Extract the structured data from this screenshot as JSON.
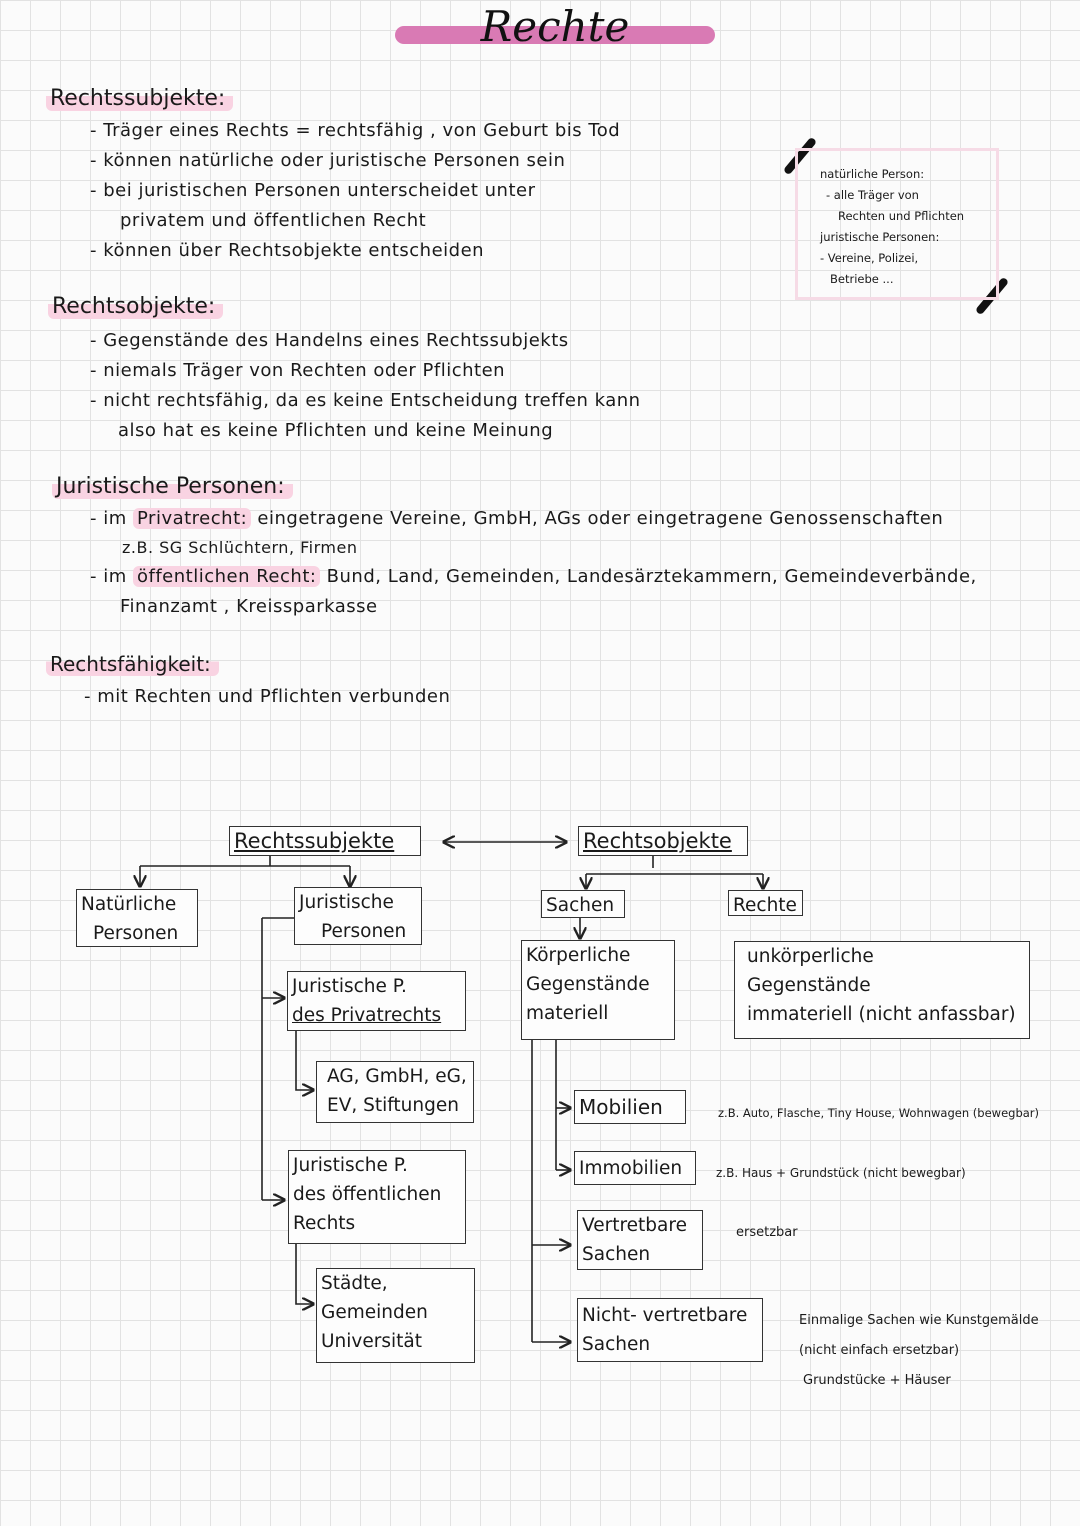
{
  "title": "Rechte",
  "sections": {
    "subjekte": {
      "heading": "Rechtssubjekte:",
      "lines": [
        "- Träger eines Rechts = rechtsfähig , von Geburt bis Tod",
        "- können natürliche oder juristische Personen sein",
        "- bei juristischen Personen unterscheidet unter",
        "privatem und öffentlichen Recht",
        "- können über Rechtsobjekte entscheiden"
      ]
    },
    "objekte": {
      "heading": "Rechtsobjekte:",
      "lines": [
        "- Gegenstände des Handelns eines Rechtssubjekts",
        "- niemals Träger von Rechten oder Pflichten",
        "- nicht rechtsfähig, da es keine Entscheidung treffen kann",
        "also hat es keine Pflichten und keine Meinung"
      ]
    },
    "juristisch": {
      "heading": "Juristische Personen:",
      "privat_prefix": "- im",
      "privat_label": "Privatrecht:",
      "privat_text": "eingetragene Vereine, GmbH, AGs oder eingetragene Genossenschaften",
      "privat_example": "z.B. SG Schlüchtern, Firmen",
      "oeff_prefix": "- im",
      "oeff_label": "öffentlichen Recht:",
      "oeff_text": "Bund, Land, Gemeinden, Landesärztekammern, Gemeindeverbände,",
      "oeff_text2": "Finanzamt , Kreissparkasse"
    },
    "faehigkeit": {
      "heading": "Rechtsfähigkeit:",
      "lines": [
        "- mit Rechten und Pflichten verbunden"
      ]
    }
  },
  "sticky_note": {
    "lines": [
      "natürliche Person:",
      "- alle Träger von",
      "Rechten und Pflichten",
      "juristische Personen:",
      "- Vereine, Polizei,",
      "Betriebe ..."
    ]
  },
  "diagram": {
    "rechtssubjekte": "Rechtssubjekte",
    "rechtsobjekte": "Rechtsobjekte",
    "natuerliche": [
      "Natürliche",
      "Personen"
    ],
    "juristische": [
      "Juristische",
      "Personen"
    ],
    "jp_privat": [
      "Juristische P.",
      "des Privatrechts"
    ],
    "jp_privat_examples": [
      "AG, GmbH, eG,",
      "EV, Stiftungen"
    ],
    "jp_oeff": [
      "Juristische P.",
      "des öffentlichen",
      "Rechts"
    ],
    "jp_oeff_examples": [
      "Städte,",
      "Gemeinden",
      "Universität"
    ],
    "sachen": "Sachen",
    "rechte": "Rechte",
    "koerperlich": [
      "Körperliche",
      "Gegenstände",
      "materiell"
    ],
    "unkoerperlich": [
      "unkörperliche",
      "Gegenstände",
      "immateriell (nicht anfassbar)"
    ],
    "mobilien": "Mobilien",
    "mobilien_note": "z.B. Auto, Flasche, Tiny House, Wohnwagen (bewegbar)",
    "immobilien": "Immobilien",
    "immobilien_note": "z.B. Haus + Grundstück (nicht bewegbar)",
    "vertretbar": [
      "Vertretbare",
      "Sachen"
    ],
    "vertretbar_note": "ersetzbar",
    "nicht_vertretbar": [
      "Nicht- vertretbare",
      "Sachen"
    ],
    "nicht_vertretbar_note": [
      "Einmalige Sachen wie Kunstgemälde",
      "(nicht einfach ersetzbar)",
      "Grundstücke + Häuser"
    ]
  },
  "colors": {
    "highlight": "#f9d3e2",
    "title_bar": "#d97ab4",
    "grid": "#e2e2e2"
  }
}
